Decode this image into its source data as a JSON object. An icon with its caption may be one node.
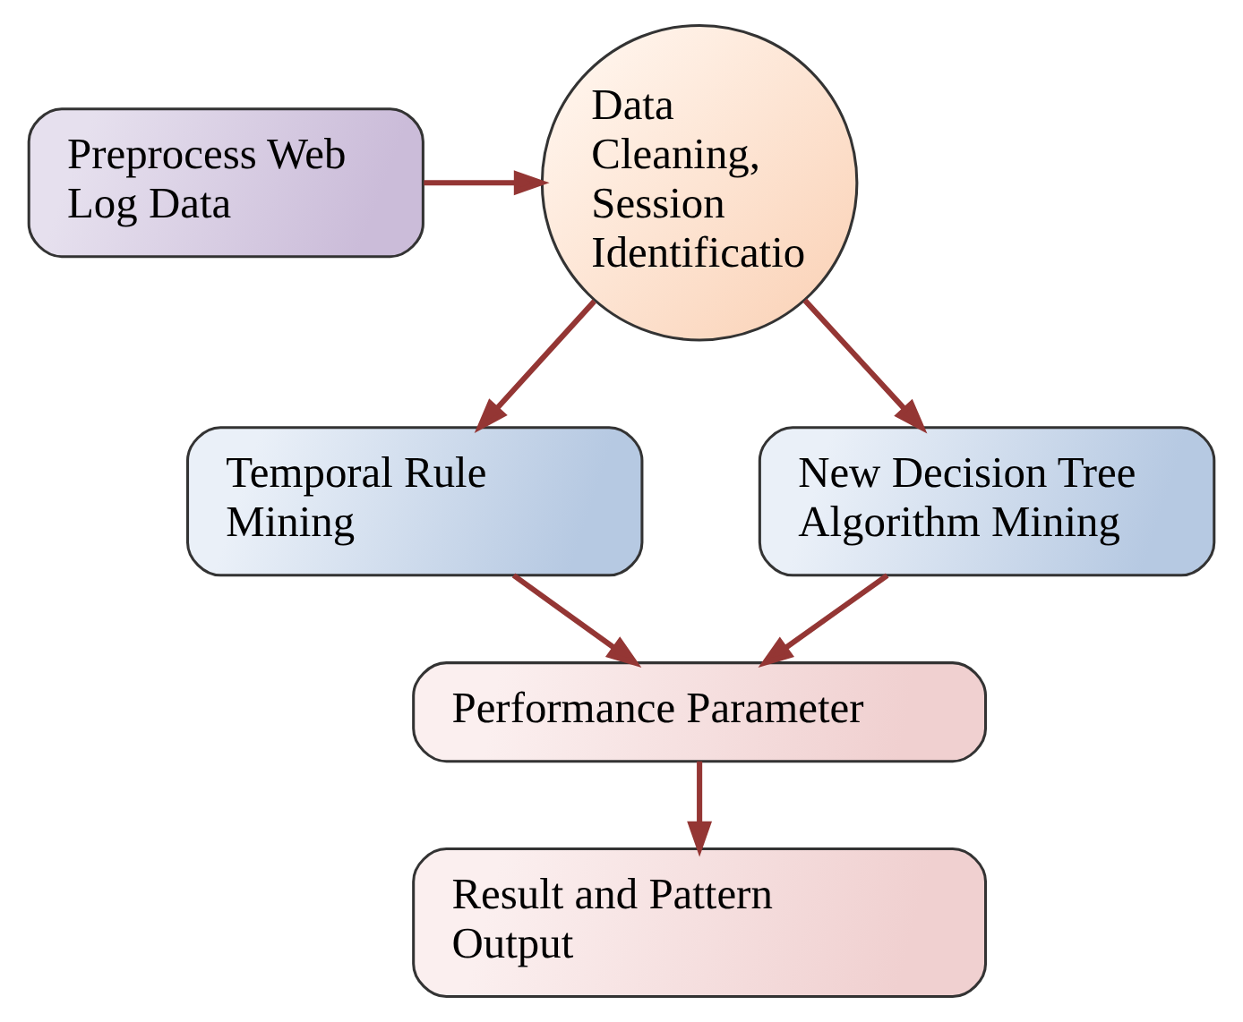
{
  "diagram": {
    "nodes": [
      {
        "text": [
          "Preprocess Web Log Data"
        ]
      },
      {
        "text": [
          "Data Cleaning, Session Identificatio"
        ]
      },
      {
        "text": [
          "Temporal Rule Mining"
        ]
      },
      {
        "text": [
          "New Decision Tree Algorithm Mining"
        ]
      },
      {
        "text": [
          "Performance Parameter"
        ]
      },
      {
        "text": [
          "Result and Pattern Output"
        ]
      }
    ],
    "edges": [
      {
        "from": 0,
        "to": 1,
        "arrow": "to"
      },
      {
        "from": 1,
        "to": 2,
        "arrow": "to"
      },
      {
        "from": 1,
        "to": 3,
        "arrow": "to"
      },
      {
        "from": 2,
        "to": 4,
        "arrow": "to"
      },
      {
        "from": 3,
        "to": 4,
        "arrow": "to"
      },
      {
        "from": 4,
        "to": 5,
        "arrow": "to"
      }
    ]
  }
}
